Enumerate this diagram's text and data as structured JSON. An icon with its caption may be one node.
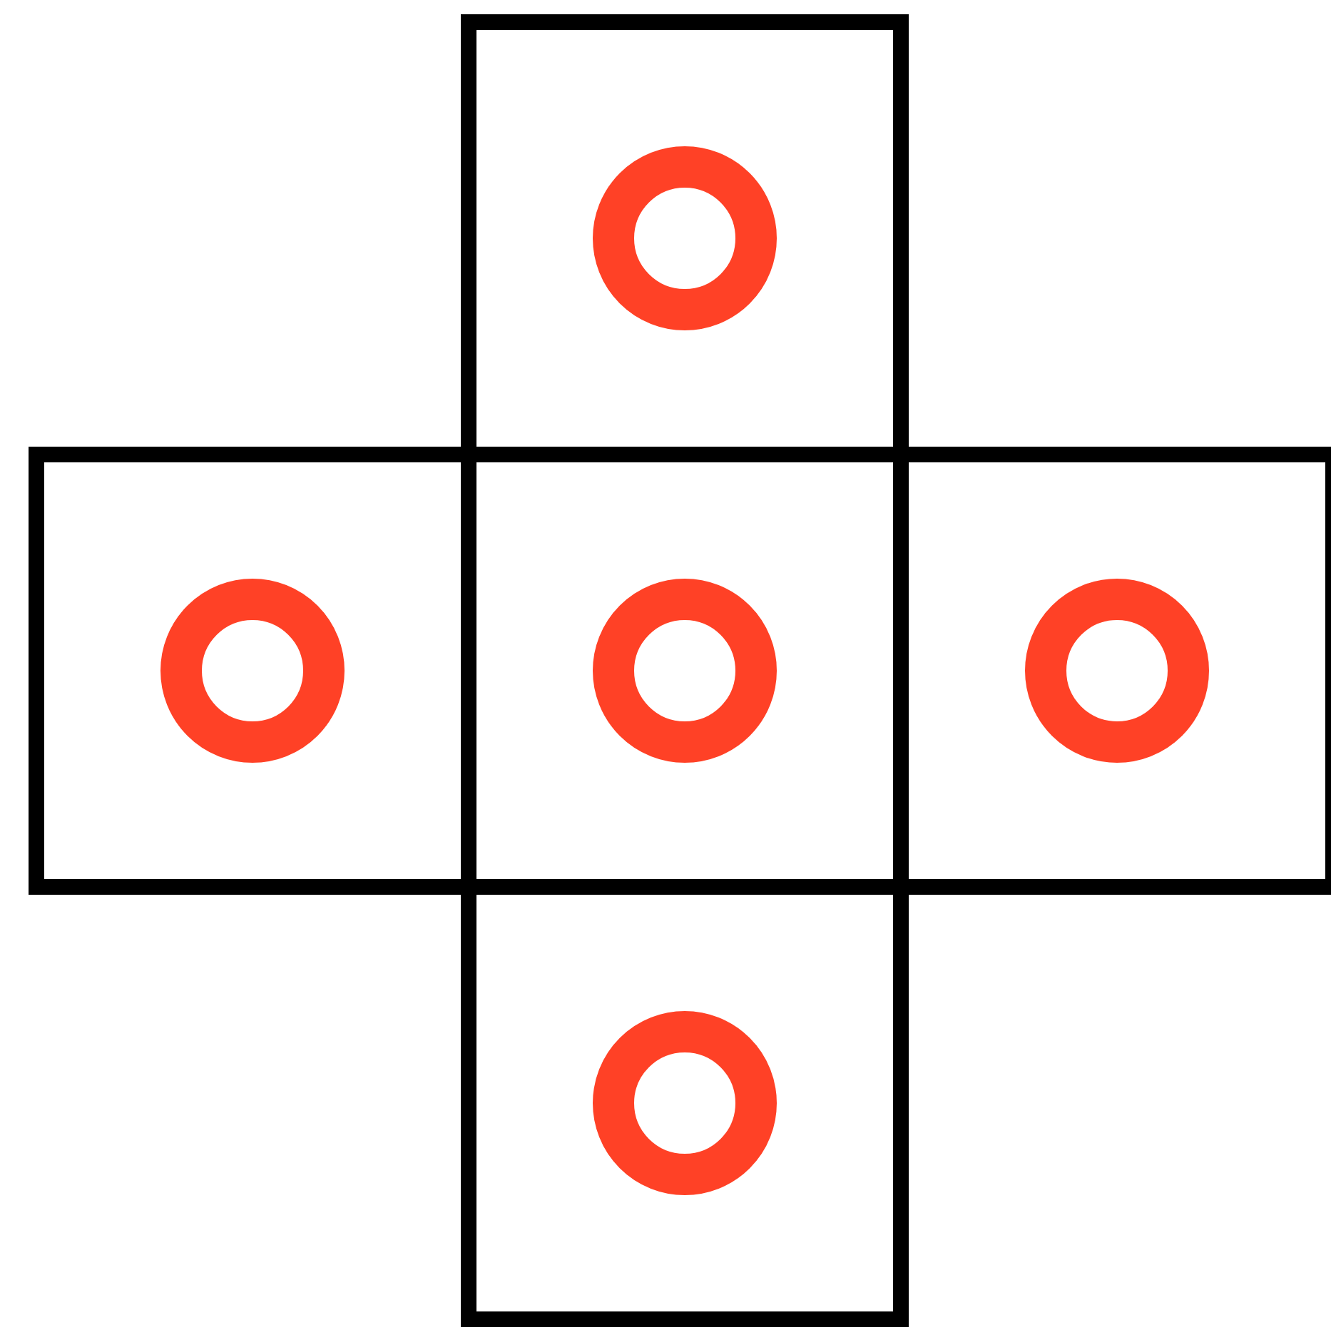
{
  "diagram": {
    "nodes": [
      {
        "text": [],
        "shape": "box"
      },
      {
        "text": [],
        "shape": "circle",
        "in": 0
      },
      {
        "text": [],
        "shape": "box"
      },
      {
        "text": [],
        "shape": "circle",
        "in": 2
      },
      {
        "text": [],
        "shape": "box"
      },
      {
        "text": [],
        "shape": "circle",
        "in": 4
      },
      {
        "text": [],
        "shape": "box"
      },
      {
        "text": [],
        "shape": "circle",
        "in": 6
      },
      {
        "text": [],
        "shape": "box"
      },
      {
        "text": [],
        "shape": "circle",
        "in": 8
      }
    ]
  }
}
